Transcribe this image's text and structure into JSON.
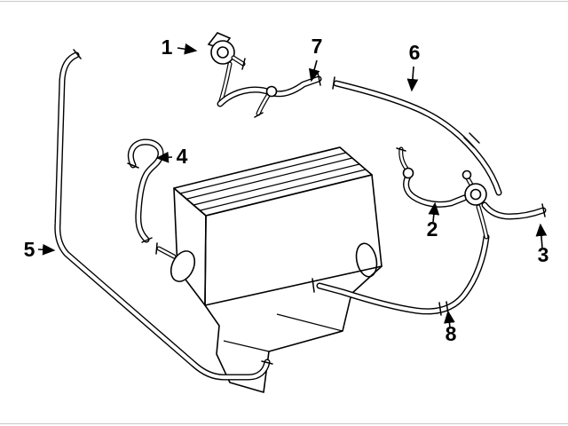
{
  "diagram": {
    "description": "Exploded parts diagram of engine coolant hoses and auxiliary water pumps",
    "colors": {
      "line": "#000000",
      "background": "#ffffff"
    },
    "callouts": [
      {
        "number": "1"
      },
      {
        "number": "2"
      },
      {
        "number": "3"
      },
      {
        "number": "4"
      },
      {
        "number": "5"
      },
      {
        "number": "6"
      },
      {
        "number": "7"
      },
      {
        "number": "8"
      }
    ]
  }
}
